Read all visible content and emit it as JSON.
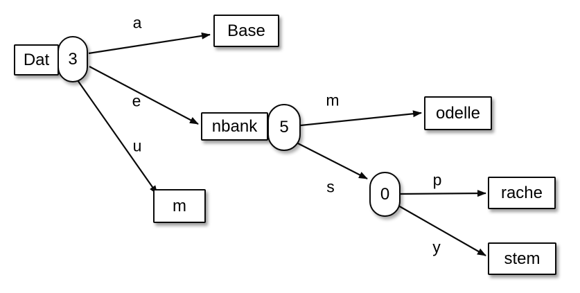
{
  "diagram": {
    "type": "trie",
    "background_color": "#ffffff",
    "stroke_color": "#0a0a0a",
    "node_fill_color": "#ffffff",
    "nodes": [
      {
        "id": "dat",
        "shape": "box",
        "label": "Dat"
      },
      {
        "id": "count3",
        "shape": "oval",
        "label": "3"
      },
      {
        "id": "base",
        "shape": "box",
        "label": "Base"
      },
      {
        "id": "nbank",
        "shape": "box",
        "label": "nbank"
      },
      {
        "id": "count5",
        "shape": "oval",
        "label": "5"
      },
      {
        "id": "m",
        "shape": "box",
        "label": "m"
      },
      {
        "id": "odelle",
        "shape": "box",
        "label": "odelle"
      },
      {
        "id": "count0",
        "shape": "oval",
        "label": "0"
      },
      {
        "id": "rache",
        "shape": "box",
        "label": "rache"
      },
      {
        "id": "stem",
        "shape": "box",
        "label": "stem"
      }
    ],
    "edges": [
      {
        "from": "count3",
        "to": "base",
        "label": "a"
      },
      {
        "from": "count3",
        "to": "nbank",
        "label": "e"
      },
      {
        "from": "count3",
        "to": "m",
        "label": "u"
      },
      {
        "from": "count5",
        "to": "odelle",
        "label": "m"
      },
      {
        "from": "count5",
        "to": "count0",
        "label": "s"
      },
      {
        "from": "count0",
        "to": "rache",
        "label": "p"
      },
      {
        "from": "count0",
        "to": "stem",
        "label": "y"
      }
    ]
  }
}
